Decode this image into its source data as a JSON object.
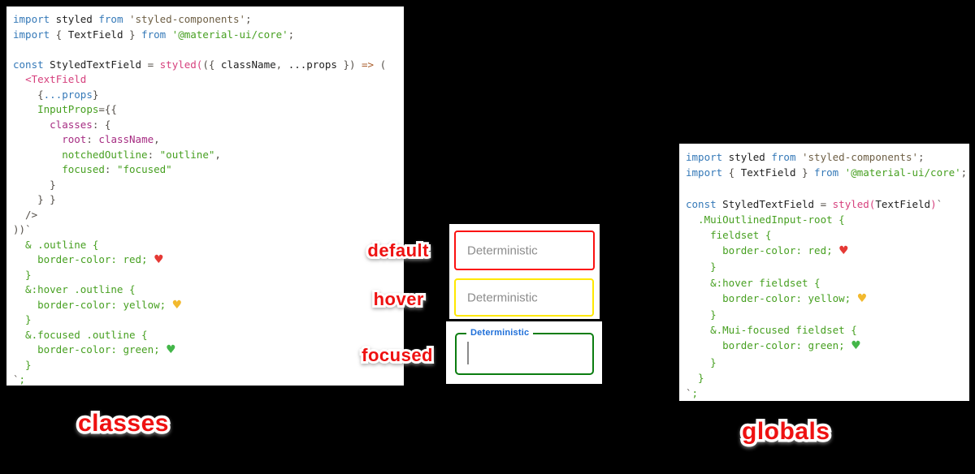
{
  "css_vars": {
    "code-blue": "#3579b8",
    "code-black": "#1f1f1f",
    "code-gray": "#55504a",
    "code-pink": "#d6407d",
    "code-magenta": "#a62c82",
    "code-green": "#47a021",
    "code-string-brown": "#6e5f45",
    "code-arrow": "#aa5d2b",
    "heart-red": "#e53935",
    "heart-yellow": "#f2b92e",
    "heart-green": "#43b649",
    "tf-red": "#fb1010",
    "tf-yellow": "#ffe800",
    "tf-green": "#0b7d10",
    "tf-label-blue": "#1e6fd9",
    "sticker-red": "#ee1111"
  },
  "left_code_panel": {
    "lines": [
      [
        [
          "k",
          "import"
        ],
        [
          "i",
          " styled "
        ],
        [
          "k",
          "from"
        ],
        [
          "s1",
          " 'styled-components'"
        ],
        [
          "p",
          ";"
        ]
      ],
      [
        [
          "k",
          "import"
        ],
        [
          "p",
          " { "
        ],
        [
          "i",
          "TextField"
        ],
        [
          "p",
          " } "
        ],
        [
          "k",
          "from"
        ],
        [
          "g",
          " '@material-ui/core'"
        ],
        [
          "p",
          ";"
        ]
      ],
      [],
      [
        [
          "k",
          "const"
        ],
        [
          "i",
          " StyledTextField "
        ],
        [
          "p",
          "= "
        ],
        [
          "s",
          "styled("
        ],
        [
          "p",
          "({ "
        ],
        [
          "i",
          "className"
        ],
        [
          "p",
          ", "
        ],
        [
          "i",
          "...props"
        ],
        [
          "p",
          " }) "
        ],
        [
          "a",
          "=>"
        ],
        [
          "p",
          " ("
        ]
      ],
      [
        [
          "p",
          "  "
        ],
        [
          "s",
          "<TextField"
        ]
      ],
      [
        [
          "p",
          "    {"
        ],
        [
          "b",
          "...props"
        ],
        [
          "p",
          "}"
        ]
      ],
      [
        [
          "p",
          "    "
        ],
        [
          "g",
          "InputProps"
        ],
        [
          "p",
          "={{"
        ]
      ],
      [
        [
          "p",
          "      "
        ],
        [
          "m",
          "classes"
        ],
        [
          "p",
          ": {"
        ]
      ],
      [
        [
          "p",
          "        "
        ],
        [
          "m",
          "root"
        ],
        [
          "p",
          ": "
        ],
        [
          "m",
          "className"
        ],
        [
          "p",
          ","
        ]
      ],
      [
        [
          "p",
          "        "
        ],
        [
          "g",
          "notchedOutline"
        ],
        [
          "p",
          ": "
        ],
        [
          "g",
          "\"outline\""
        ],
        [
          "p",
          ","
        ]
      ],
      [
        [
          "p",
          "        "
        ],
        [
          "g",
          "focused"
        ],
        [
          "p",
          ": "
        ],
        [
          "g",
          "\"focused\""
        ]
      ],
      [
        [
          "p",
          "      }"
        ]
      ],
      [
        [
          "p",
          "    } }"
        ]
      ],
      [
        [
          "p",
          "  />"
        ]
      ],
      [
        [
          "p",
          "))"
        ],
        [
          "p",
          "`"
        ]
      ],
      [
        [
          "g",
          "  & .outline {"
        ]
      ],
      [
        [
          "g",
          "    border-color: red; "
        ],
        [
          "hr",
          "♥"
        ]
      ],
      [
        [
          "g",
          "  }"
        ]
      ],
      [
        [
          "g",
          "  &:hover .outline {"
        ]
      ],
      [
        [
          "g",
          "    border-color: yellow; "
        ],
        [
          "hy",
          "♥"
        ]
      ],
      [
        [
          "g",
          "  }"
        ]
      ],
      [
        [
          "g",
          "  &.focused .outline {"
        ]
      ],
      [
        [
          "g",
          "    border-color: green; "
        ],
        [
          "hg",
          "♥"
        ]
      ],
      [
        [
          "g",
          "  }"
        ]
      ],
      [
        [
          "p",
          "`"
        ],
        [
          "g",
          ";"
        ]
      ]
    ]
  },
  "right_code_panel": {
    "lines": [
      [
        [
          "k",
          "import"
        ],
        [
          "i",
          " styled "
        ],
        [
          "k",
          "from"
        ],
        [
          "s1",
          " 'styled-components'"
        ],
        [
          "p",
          ";"
        ]
      ],
      [
        [
          "k",
          "import"
        ],
        [
          "p",
          " { "
        ],
        [
          "i",
          "TextField"
        ],
        [
          "p",
          " } "
        ],
        [
          "k",
          "from"
        ],
        [
          "g",
          " '@material-ui/core'"
        ],
        [
          "p",
          ";"
        ]
      ],
      [],
      [
        [
          "k",
          "const"
        ],
        [
          "i",
          " StyledTextField "
        ],
        [
          "p",
          "= "
        ],
        [
          "s",
          "styled("
        ],
        [
          "i",
          "TextField"
        ],
        [
          "s",
          ")"
        ],
        [
          "p",
          "`"
        ]
      ],
      [
        [
          "g",
          "  .MuiOutlinedInput-root {"
        ]
      ],
      [
        [
          "g",
          "    fieldset {"
        ]
      ],
      [
        [
          "g",
          "      border-color: red; "
        ],
        [
          "hr",
          "♥"
        ]
      ],
      [
        [
          "g",
          "    }"
        ]
      ],
      [
        [
          "g",
          "    &:hover fieldset {"
        ]
      ],
      [
        [
          "g",
          "      border-color: yellow; "
        ],
        [
          "hy",
          "♥"
        ]
      ],
      [
        [
          "g",
          "    }"
        ]
      ],
      [
        [
          "g",
          "    &.Mui-focused fieldset {"
        ]
      ],
      [
        [
          "g",
          "      border-color: green; "
        ],
        [
          "hg",
          "♥"
        ]
      ],
      [
        [
          "g",
          "    }"
        ]
      ],
      [
        [
          "g",
          "  }"
        ]
      ],
      [
        [
          "p",
          "`"
        ],
        [
          "g",
          ";"
        ]
      ]
    ]
  },
  "demo": {
    "state_labels": [
      "default",
      "hover",
      "focused"
    ],
    "fields": [
      {
        "state": "default",
        "placeholder": "Deterministic",
        "border_color": "#fb1010"
      },
      {
        "state": "hover",
        "placeholder": "Deterministic",
        "border_color": "#ffe800"
      },
      {
        "state": "focused",
        "label": "Deterministic",
        "border_color": "#0b7d10",
        "label_color": "#1e6fd9"
      }
    ]
  },
  "captions": {
    "left": "classes",
    "right": "globals"
  }
}
